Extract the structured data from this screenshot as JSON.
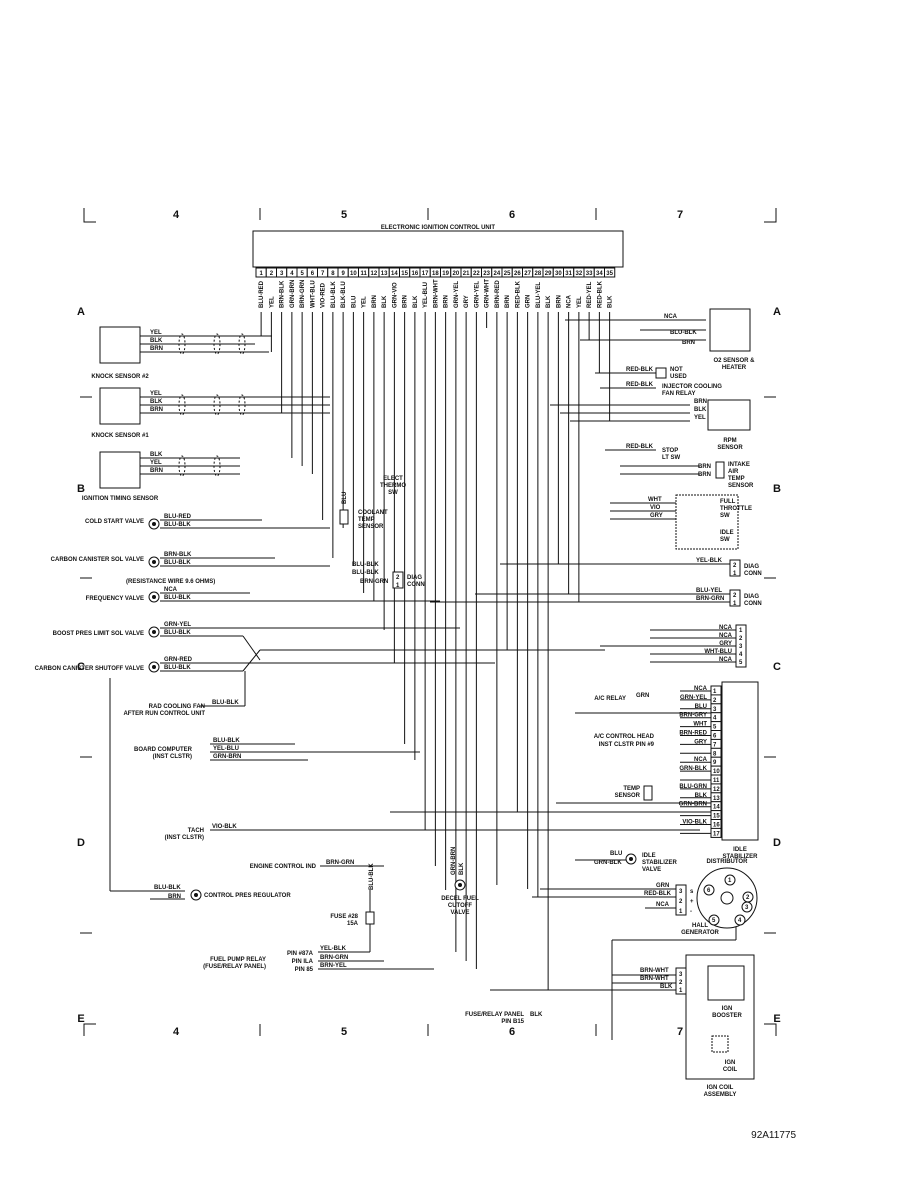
{
  "figure_id": "92A11775",
  "grid": {
    "columns": [
      "4",
      "5",
      "6",
      "7"
    ],
    "rows": [
      "A",
      "B",
      "C",
      "D",
      "E"
    ]
  },
  "ecu": {
    "title": "ELECTRONIC IGNITION CONTROL UNIT",
    "pins": [
      "1",
      "2",
      "3",
      "4",
      "5",
      "6",
      "7",
      "8",
      "9",
      "10",
      "11",
      "12",
      "13",
      "14",
      "15",
      "16",
      "17",
      "18",
      "19",
      "20",
      "21",
      "22",
      "23",
      "24",
      "25",
      "26",
      "27",
      "28",
      "29",
      "30",
      "31",
      "32",
      "33",
      "34",
      "35"
    ],
    "wires": [
      "BLU-RED",
      "YEL",
      "BRN-BLK",
      "GRN-BRN",
      "BRN-GRN",
      "WHT-BLU",
      "VIO-RED",
      "BLU-BLK",
      "BLK-BLU",
      "BLU",
      "YEL",
      "BRN",
      "BLK",
      "GRN-VIO",
      "BRN",
      "BLK",
      "YEL-BLU",
      "BRN-WHT",
      "BRN",
      "GRN-YEL",
      "GRY",
      "GRN-YEL",
      "GRN-WHT",
      "BRN-RED",
      "BRN",
      "RED-BLK",
      "GRN",
      "BLU-YEL",
      "BLK",
      "BRN",
      "NCA",
      "YEL",
      "RED-YEL",
      "RED-BLK",
      "BLK"
    ]
  },
  "left_components": [
    {
      "name": "KNOCK SENSOR #2",
      "wires": [
        "YEL",
        "BLK",
        "BRN"
      ]
    },
    {
      "name": "KNOCK SENSOR #1",
      "wires": [
        "YEL",
        "BLK",
        "BRN"
      ]
    },
    {
      "name": "IGNITION TIMING SENSOR",
      "wires": [
        "BLK",
        "YEL",
        "BRN"
      ]
    },
    {
      "name": "COLD START VALVE",
      "wires": [
        "BLU-RED",
        "BLU-BLK"
      ]
    },
    {
      "name": "CARBON CANISTER SOL VALVE",
      "wires": [
        "BRN-BLK",
        "BLU-BLK"
      ]
    },
    {
      "name": "FREQUENCY VALVE",
      "wires": [
        "NCA",
        "BLU-BLK"
      ]
    },
    {
      "name": "BOOST PRES LIMIT SOL VALVE",
      "wires": [
        "GRN-YEL",
        "BLU-BLK"
      ]
    },
    {
      "name": "CARBON CANISTER SHUTOFF VALVE",
      "wires": [
        "GRN-RED",
        "BLU-BLK"
      ]
    },
    {
      "name": "CONTROL PRES REGULATOR",
      "wires": [
        "BLU-BLK",
        "BRN"
      ]
    }
  ],
  "notes": {
    "resistance": "(RESISTANCE WIRE 9.6 OHMS)",
    "rad_fan_1": "RAD COOLING FAN",
    "rad_fan_2": "AFTER RUN CONTROL UNIT",
    "rad_fan_wire": "BLU-BLK",
    "board_computer_1": "BOARD COMPUTER",
    "board_computer_2": "(INST CLSTR)",
    "board_wires": [
      "BLU-BLK",
      "YEL-BLU",
      "GRN-BRN"
    ],
    "tach_1": "TACH",
    "tach_2": "(INST CLSTR)",
    "tach_wire": "VIO-BLK",
    "engine_control_ind": "ENGINE CONTROL IND",
    "engine_control_wire": "BRN-GRN",
    "fuse_1": "FUSE #28",
    "fuse_2": "15A",
    "fuse_wire": "BLU-BLK",
    "fuel_pump_1": "FUEL PUMP RELAY",
    "fuel_pump_2": "(FUSE/RELAY PANEL)",
    "fuel_pump_pins": [
      "PIN #87A",
      "PIN ILA",
      "PIN 85"
    ],
    "fuel_pump_wires": [
      "YEL-BLK",
      "BRN-GRN",
      "BRN-YEL"
    ],
    "elect_thermo_1": "ELECT",
    "elect_thermo_2": "THERMO",
    "elect_thermo_3": "SW",
    "coolant_1": "COOLANT",
    "coolant_2": "TEMP",
    "coolant_3": "SENSOR",
    "coolant_wire": "BLU",
    "diag_conn_1": "DIAG",
    "diag_conn_2": "CONN",
    "diag_center_wires": [
      "BLU-BLK",
      "BLU-BLK",
      "BRN-GRN"
    ],
    "decel_1": "DECEL FUEL",
    "decel_2": "CUTOFF",
    "decel_3": "VALVE",
    "decel_wires": [
      "GRN-BRN",
      "BLK"
    ],
    "fuse_panel_1": "FUSE/RELAY PANEL",
    "fuse_panel_2": "PIN B15",
    "fuse_panel_wire": "BLK"
  },
  "right_components": {
    "o2_1": "O2 SENSOR &",
    "o2_2": "HEATER",
    "o2_wires": [
      "NCA",
      "BLU-BLK",
      "BRN"
    ],
    "not_used_1": "NOT",
    "not_used_2": "USED",
    "not_used_wire": "RED-BLK",
    "injector_1": "INJECTOR COOLING",
    "injector_2": "FAN RELAY",
    "injector_wire": "RED-BLK",
    "rpm_1": "RPM",
    "rpm_2": "SENSOR",
    "rpm_wires": [
      "BRN",
      "BLK",
      "YEL"
    ],
    "stop_1": "STOP",
    "stop_2": "LT SW",
    "stop_wire": "RED-BLK",
    "intake_1": "INTAKE",
    "intake_2": "AIR",
    "intake_3": "TEMP",
    "intake_4": "SENSOR",
    "intake_wires": [
      "BRN",
      "BRN"
    ],
    "full_throttle_1": "FULL",
    "full_throttle_2": "THROTTLE",
    "full_throttle_3": "SW",
    "idle_sw_1": "IDLE",
    "idle_sw_2": "SW",
    "throttle_wires": [
      "WHT",
      "VIO",
      "GRY"
    ],
    "diag_conn_1": "DIAG",
    "diag_conn_2": "CONN",
    "diag_a_wire": "YEL-BLK",
    "diag_b_wires": [
      "BLU-YEL",
      "BRN-GRN"
    ],
    "conn5_wires": [
      "NCA",
      "NCA",
      "GRY",
      "WHT-BLU",
      "NCA"
    ],
    "ac_relay": "A/C RELAY",
    "ac_relay_wire": "GRN",
    "ac_control_1": "A/C CONTROL HEAD",
    "ac_control_2": "INST CLSTR PIN #9",
    "temp_1": "TEMP",
    "temp_2": "SENSOR",
    "stab_wires": [
      "NCA",
      "GRN-YEL",
      "BLU",
      "BRN-GRY",
      "WHT",
      "BRN-RED",
      "GRY",
      "",
      "NCA",
      "GRN-BLK",
      "",
      "BLU-GRN",
      "BLK",
      "GRN-BRN",
      "",
      "VIO-BLK",
      ""
    ],
    "idle_stab_1": "IDLE",
    "idle_stab_2": "STABILIZER",
    "idle_stab_valve_1": "IDLE",
    "idle_stab_valve_2": "STABILIZER",
    "idle_stab_valve_3": "VALVE",
    "idle_stab_valve_wires": [
      "BLU",
      "GRN-BLK"
    ],
    "distributor": "DISTRIBUTOR",
    "hall_1": "HALL",
    "hall_2": "GENERATOR",
    "hall_wires": [
      "GRN",
      "RED-BLK",
      "NCA"
    ],
    "hall_marks": [
      "s",
      "+",
      "-"
    ],
    "dist_pins": [
      "1",
      "2",
      "3",
      "4",
      "5",
      "6"
    ],
    "coil_wires": [
      "BRN-WHT",
      "BRN-WHT",
      "BLK"
    ],
    "ign_booster_1": "IGN",
    "ign_booster_2": "BOOSTER",
    "ign_coil_1": "IGN",
    "ign_coil_2": "COIL",
    "coil_assembly_1": "IGN COIL",
    "coil_assembly_2": "ASSEMBLY"
  }
}
